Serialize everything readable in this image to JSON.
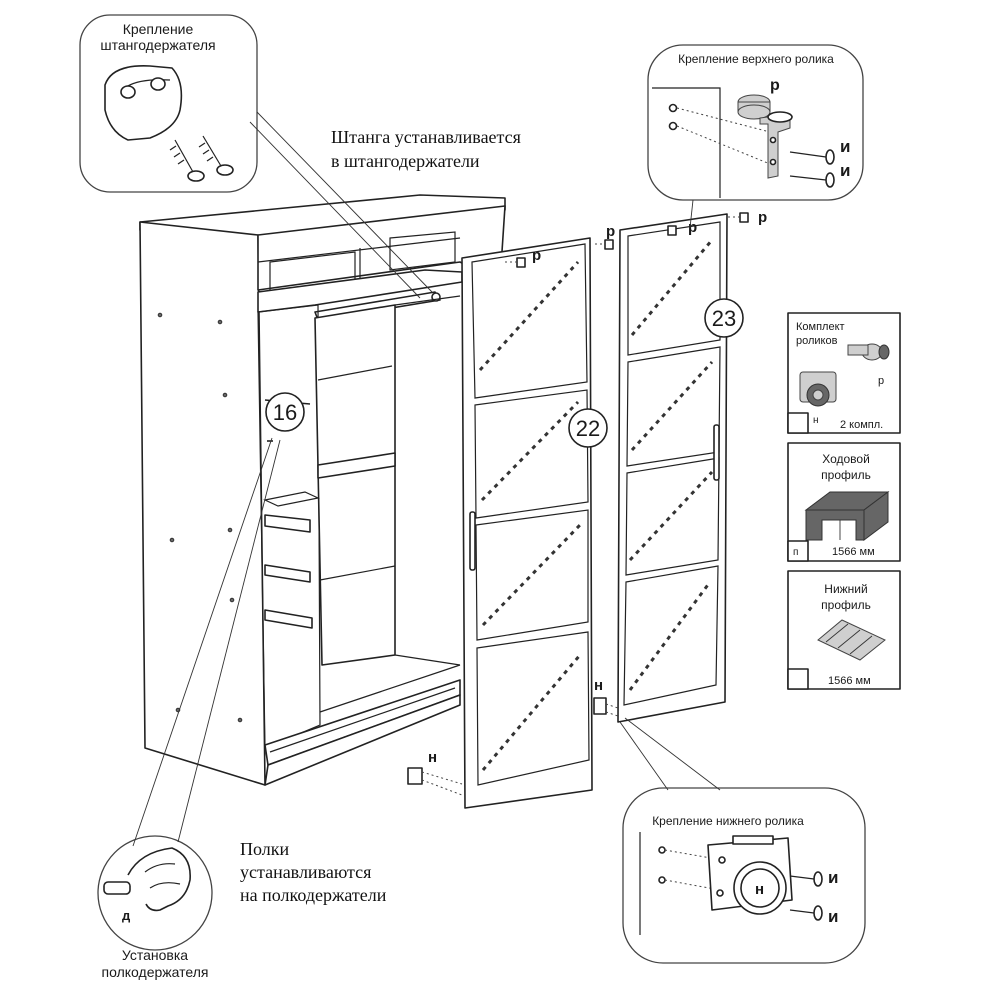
{
  "callouts": {
    "rod_holder_mount": {
      "line1": "Крепление",
      "line2": "штангодержателя"
    },
    "top_roller_mount": {
      "title": "Крепление верхнего ролика",
      "letter_r": "р",
      "letter_i1": "и",
      "letter_i2": "и"
    },
    "bottom_roller_mount": {
      "title": "Крепление нижнего ролика",
      "letter_n": "н",
      "letter_i1": "и",
      "letter_i2": "и"
    },
    "shelf_holder_install": {
      "line1": "Установка",
      "line2": "полкодержателя",
      "letter_d": "д"
    }
  },
  "annotations": {
    "rod_note": {
      "line1": "Штанга устанавливается",
      "line2": "в штангодержатели"
    },
    "shelf_note": {
      "line1": "Полки",
      "line2": "устанавливаются",
      "line3": "на полкодержатели"
    }
  },
  "part_numbers": {
    "p16": "16",
    "p22": "22",
    "p23": "23"
  },
  "door_letters": {
    "r1": "р",
    "r2": "р",
    "r3": "р",
    "n1": "н",
    "n2": "н"
  },
  "parts_panel": {
    "rollers": {
      "line1": "Комплект",
      "line2": "роликов",
      "label_r": "р",
      "label_n": "н",
      "qty": "2 компл."
    },
    "running_profile": {
      "line1": "Ходовой",
      "line2": "профиль",
      "label": "п",
      "length": "1566 мм"
    },
    "bottom_profile": {
      "line1": "Нижний",
      "line2": "профиль",
      "length": "1566 мм"
    }
  },
  "colors": {
    "line": "#222222",
    "metal": "#cfcfcf",
    "dark_profile": "#6a6a6a"
  }
}
